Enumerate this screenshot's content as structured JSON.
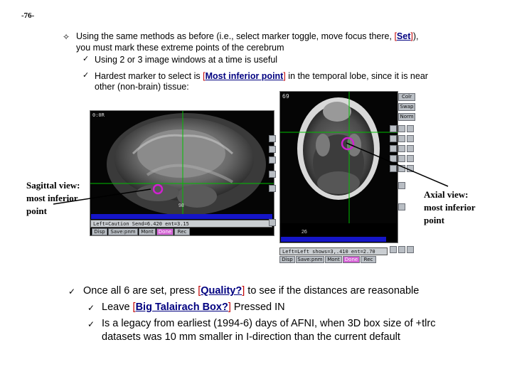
{
  "page_number": "-76-",
  "intro": {
    "bullet_icon": "diamond-bullet-icon",
    "line1_pre": "Using the same methods as before (i.e., select marker toggle, move focus there, ",
    "line1_open": "[",
    "line1_link": "Set",
    "line1_close": "]",
    "line1_post": "),",
    "line2": "you must mark these extreme points of the cerebrum",
    "sub1": "Using 2 or 3 image windows at a time is useful",
    "sub2_pre": "Hardest marker to select is ",
    "sub2_open": "[",
    "sub2_link": "Most inferior point",
    "sub2_close": "]",
    "sub2_post": " in the temporal lobe, since it is near",
    "sub2_line2": "other (non-brain) tissue:"
  },
  "sagittal_window": {
    "corner_label": "0:0R",
    "status_text": "Left=Caution  Send=6.420  ent=3.15",
    "buttons": [
      "Disp",
      "Save:pnm",
      "Mont",
      "Done",
      "Rec"
    ],
    "slider_label": "98"
  },
  "axial_window": {
    "corner_label": "69",
    "side_buttons": [
      "Colr",
      "Swap",
      "Norm"
    ],
    "status_text": "Left=Left  shows=3,.410  ent=2.70",
    "buttons": [
      "Disp",
      "Save:pnm",
      "Mont",
      "Done",
      "Rec"
    ],
    "slider_label": "26"
  },
  "labels": {
    "sagittal": [
      "Sagittal view:",
      "most inferior",
      "point"
    ],
    "axial": [
      "Axial view:",
      "most inferior",
      "point"
    ]
  },
  "outro": {
    "line1_pre": "Once all 6 are set, press ",
    "line1_open": "[",
    "line1_link": "Quality?",
    "line1_close": "]",
    "line1_post": " to see if the distances are reasonable",
    "sub1_pre": "Leave ",
    "sub1_open": "[",
    "sub1_link": "Big Talairach Box?",
    "sub1_close": "]",
    "sub1_post": " Pressed IN",
    "sub2_line1": "Is a legacy from earliest (1994-6) days of AFNI, when 3D box size of +tlrc",
    "sub2_line2": "datasets was 10 mm smaller in I-direction than the current default"
  },
  "colors": {
    "bracket_red": "#c00000",
    "link_blue": "#000080",
    "marker_magenta": "#d020d0",
    "crosshair_green": "#00c000"
  }
}
